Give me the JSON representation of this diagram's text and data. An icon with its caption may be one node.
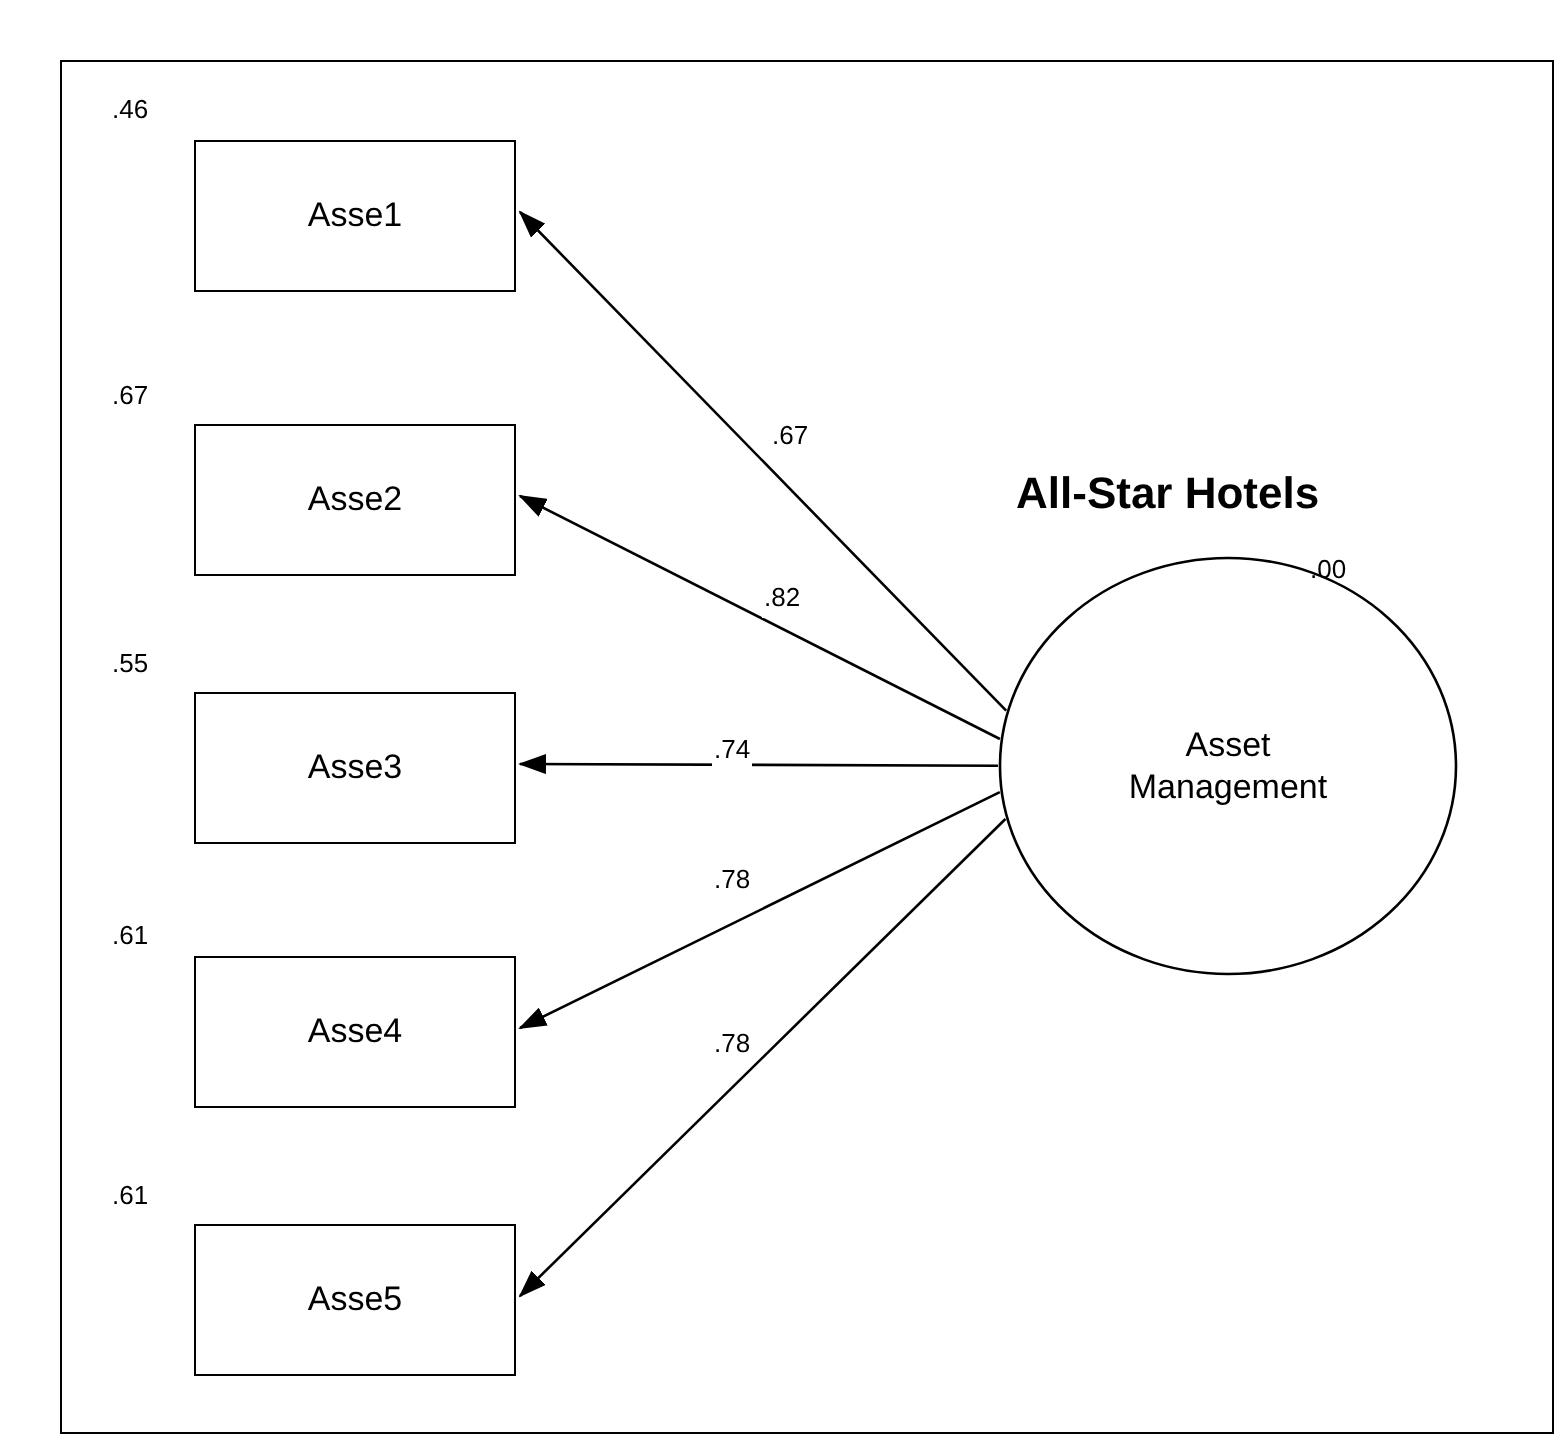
{
  "diagram": {
    "title": "All-Star Hotels",
    "nodes": [
      {
        "text": [
          "Asse1"
        ],
        "beside": [
          ".46"
        ]
      },
      {
        "text": [
          "Asse2"
        ],
        "beside": [
          ".67"
        ]
      },
      {
        "text": [
          "Asse3"
        ],
        "beside": [
          ".55"
        ]
      },
      {
        "text": [
          "Asse4"
        ],
        "beside": [
          ".61"
        ]
      },
      {
        "text": [
          "Asse5"
        ],
        "beside": [
          ".61"
        ]
      },
      {
        "text": [
          "Asset Management"
        ],
        "beside": [
          ".00"
        ]
      }
    ],
    "edges": [
      {
        "from": 5,
        "to": 0,
        "arrow": "to",
        "label": ".67"
      },
      {
        "from": 5,
        "to": 1,
        "arrow": "to",
        "label": ".82"
      },
      {
        "from": 5,
        "to": 2,
        "arrow": "to",
        "label": ".74"
      },
      {
        "from": 5,
        "to": 3,
        "arrow": "to",
        "label": ".78"
      },
      {
        "from": 5,
        "to": 4,
        "arrow": "to",
        "label": ".78"
      }
    ]
  }
}
